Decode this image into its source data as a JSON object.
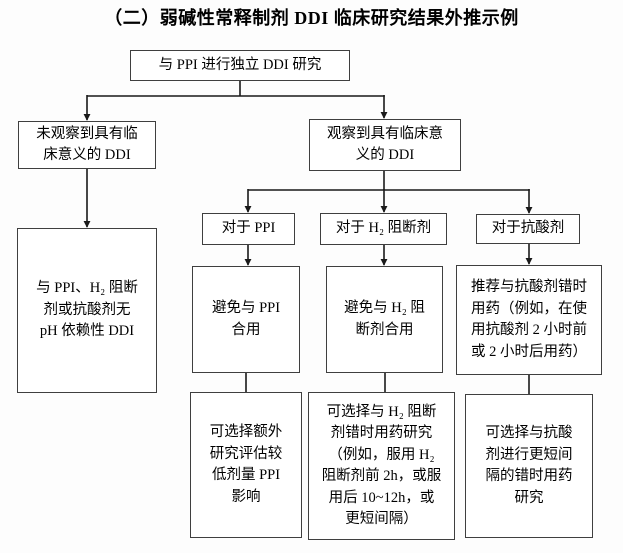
{
  "title": "（二）弱碱性常释制剂 DDI 临床研究结果外推示例",
  "colors": {
    "box_border": "#3f3f3f",
    "line": "#1a1a1a",
    "text": "#000000",
    "background": "#fdfdfd"
  },
  "nodes": {
    "root": "与 PPI 进行独立 DDI 研究",
    "no_ddi": "未观察到具有临\n床意义的 DDI",
    "yes_ddi": "观察到具有临床意\n义的 DDI",
    "no_ddi_result": "与 PPI、H₂ 阻断\n剂或抗酸剂无\npH 依赖性 DDI",
    "branch_ppi": "对于 PPI",
    "branch_h2": "对于 H₂ 阻断剂",
    "branch_antacid": "对于抗酸剂",
    "action_ppi": "避免与 PPI\n合用",
    "action_h2": "避免与 H₂ 阻\n断剂合用",
    "action_antacid": "推荐与抗酸剂错时\n用药（例如，在使\n用抗酸剂 2 小时前\n或 2 小时后用药）",
    "optional_ppi": "可选择额外\n研究评估较\n低剂量 PPI\n影响",
    "optional_h2": "可选择与 H₂ 阻断\n剂错时用药研究\n（例如，服用 H₂\n阻断剂前 2h，或服\n用后 10~12h，或\n更短间隔）",
    "optional_antacid": "可选择与抗酸\n剂进行更短间\n隔的错时用药\n研究"
  }
}
